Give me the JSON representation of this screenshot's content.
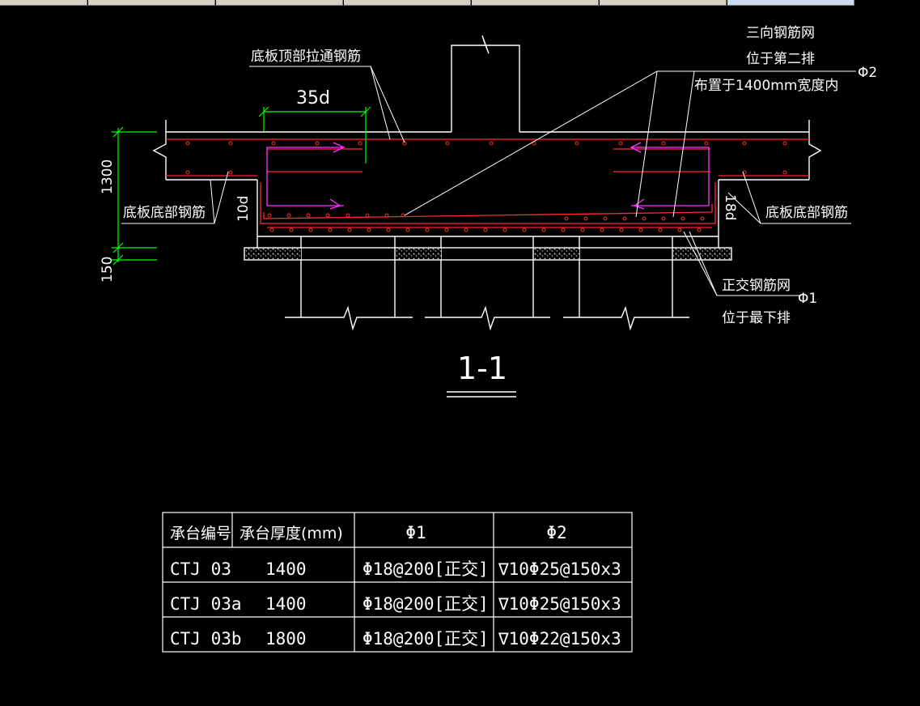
{
  "tabs": [
    {
      "label": ""
    },
    {
      "label": ""
    },
    {
      "label": ""
    },
    {
      "label": ""
    },
    {
      "label": ""
    },
    {
      "label": ""
    },
    {
      "label": ""
    }
  ],
  "colors": {
    "background": "#000000",
    "line": "#ffffff",
    "rebar": "#ff2a2a",
    "stirrup": "#ff33ff",
    "dimension": "#00ff00"
  },
  "labels": {
    "top_rebar": "底板顶部拉通钢筋",
    "anchor_length": "35d",
    "three_way_mesh_1": "三向钢筋网",
    "three_way_mesh_2": "位于第二排",
    "three_way_mesh_3": "布置于1400mm宽度内",
    "phi2_tag": "Φ2",
    "bottom_rebar_left": "底板底部钢筋",
    "bottom_rebar_right": "底板底部钢筋",
    "dim_1300": "1300",
    "dim_150": "150",
    "dim_10d": "10d",
    "dim_18d": "18d",
    "ortho_mesh_1": "正交钢筋网",
    "ortho_mesh_2": "位于最下排",
    "phi1_tag": "Φ1",
    "section_title": "1-1"
  },
  "table": {
    "headers": [
      "承台编号",
      "承台厚度(mm)",
      "Φ1",
      "Φ2"
    ],
    "rows": [
      {
        "id": "CTJ 03",
        "thickness": "1400",
        "phi1": "Φ18@200[正交]",
        "phi2": "∇10Φ25@150x3"
      },
      {
        "id": "CTJ 03a",
        "thickness": "1400",
        "phi1": "Φ18@200[正交]",
        "phi2": "∇10Φ25@150x3"
      },
      {
        "id": "CTJ 03b",
        "thickness": "1800",
        "phi1": "Φ18@200[正交]",
        "phi2": "∇10Φ22@150x3"
      }
    ]
  }
}
